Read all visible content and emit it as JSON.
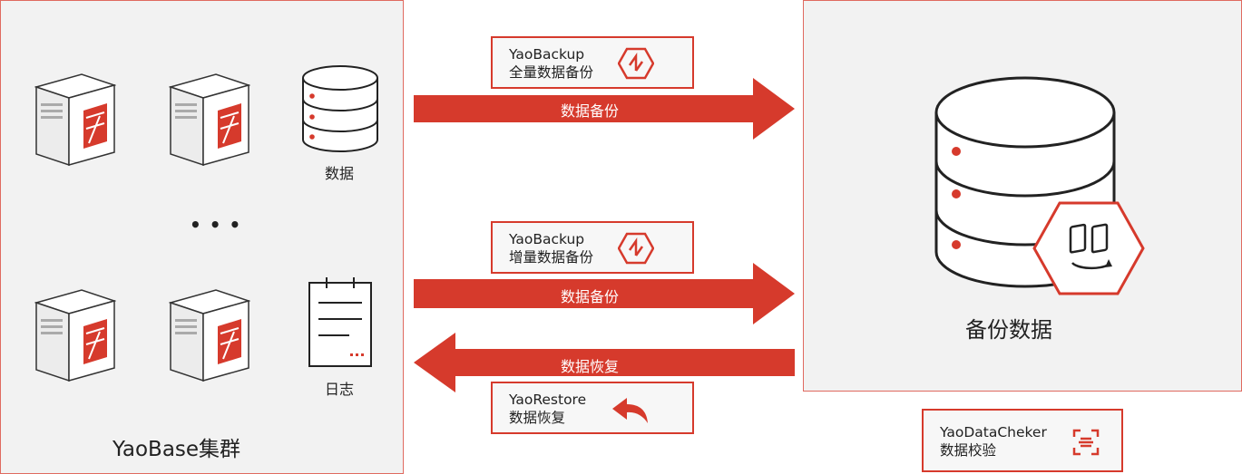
{
  "cluster": {
    "title": "YaoBase集群",
    "data_label": "数据",
    "log_label": "日志",
    "ellipsis": "• • •"
  },
  "backup_store": {
    "title": "备份数据"
  },
  "flows": {
    "full_backup": {
      "arrow_label": "数据备份",
      "tool_name": "YaoBackup",
      "tool_desc": "全量数据备份"
    },
    "incremental_backup": {
      "arrow_label": "数据备份",
      "tool_name": "YaoBackup",
      "tool_desc": "增量数据备份"
    },
    "restore": {
      "arrow_label": "数据恢复",
      "tool_name": "YaoRestore",
      "tool_desc": "数据恢复"
    }
  },
  "checker": {
    "tool_name": "YaoDataCheker",
    "tool_desc": "数据校验"
  },
  "colors": {
    "accent": "#d63a2c",
    "panel": "#f2f2f2",
    "border": "#e06a60"
  }
}
